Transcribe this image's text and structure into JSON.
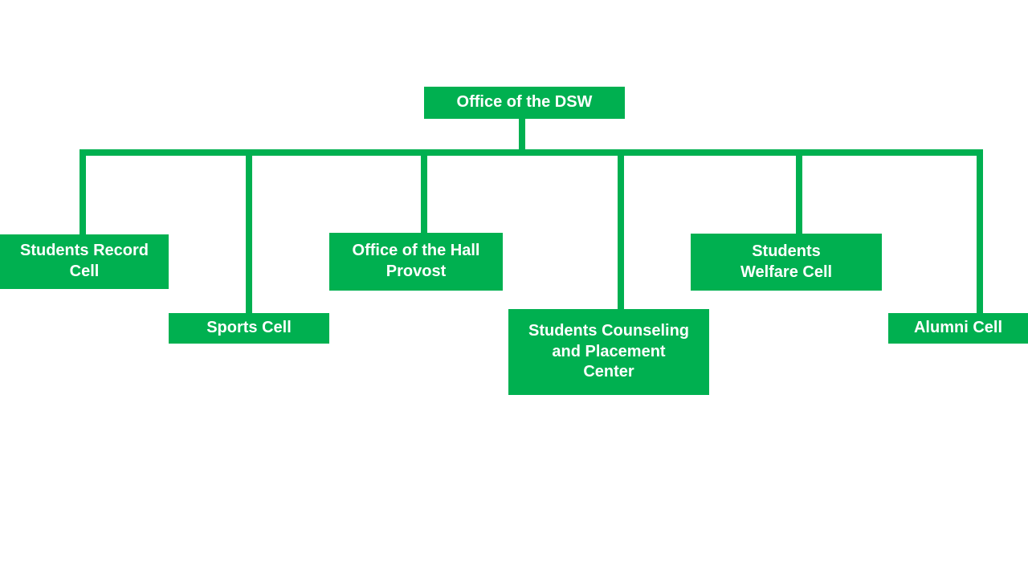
{
  "colors": {
    "box": "#00B050",
    "line": "#00B050",
    "text": "#FFFFFF",
    "background": "#FFFFFF"
  },
  "diagram": {
    "type": "org-chart",
    "root": {
      "label": "Office of the DSW"
    },
    "children": [
      {
        "label": "Students Record\nCell"
      },
      {
        "label": "Sports Cell"
      },
      {
        "label": "Office of the Hall\nProvost"
      },
      {
        "label": "Students Counseling\nand Placement\nCenter"
      },
      {
        "label": "Students\nWelfare Cell"
      },
      {
        "label": "Alumni Cell"
      }
    ]
  }
}
